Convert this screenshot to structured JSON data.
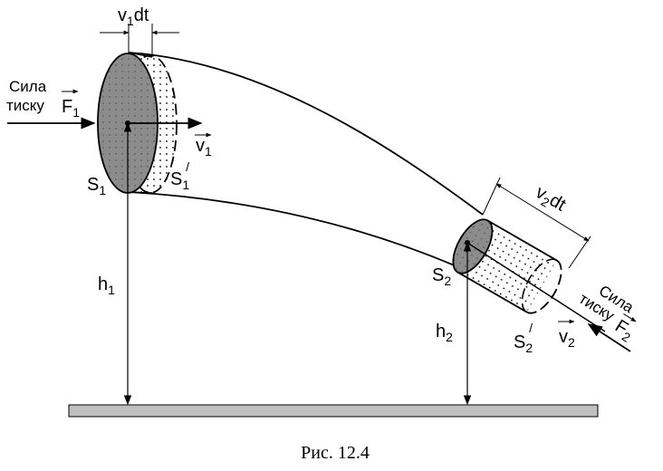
{
  "figure": {
    "caption": "Рис. 12.4",
    "labels": {
      "force1_text_line1": "Сила",
      "force1_text_line2": "тиску",
      "force1_symbol": "F",
      "force1_index": "1",
      "v1dt_v": "v",
      "v1dt_index": "1",
      "v1dt_rest": "dt",
      "v1_symbol": "v",
      "v1_index": "1",
      "s1_symbol": "S",
      "s1_index": "1",
      "s1p_symbol": "S",
      "s1p_index": "1",
      "s1p_prime": "/",
      "h1_symbol": "h",
      "h1_index": "1",
      "v2dt_v": "v",
      "v2dt_index": "2",
      "v2dt_rest": "dt",
      "s2_symbol": "S",
      "s2_index": "2",
      "h2_symbol": "h",
      "h2_index": "2",
      "s2p_symbol": "S",
      "s2p_index": "2",
      "s2p_prime": "/",
      "v2_symbol": "v",
      "v2_index": "2",
      "force2_text_line1": "Сила",
      "force2_text_line2": "тиску",
      "force2_symbol": "F",
      "force2_index": "2"
    },
    "colors": {
      "ink": "#000000",
      "cross_section_fill": "#8c8c8c",
      "ground_fill": "#bfbfbf"
    }
  }
}
